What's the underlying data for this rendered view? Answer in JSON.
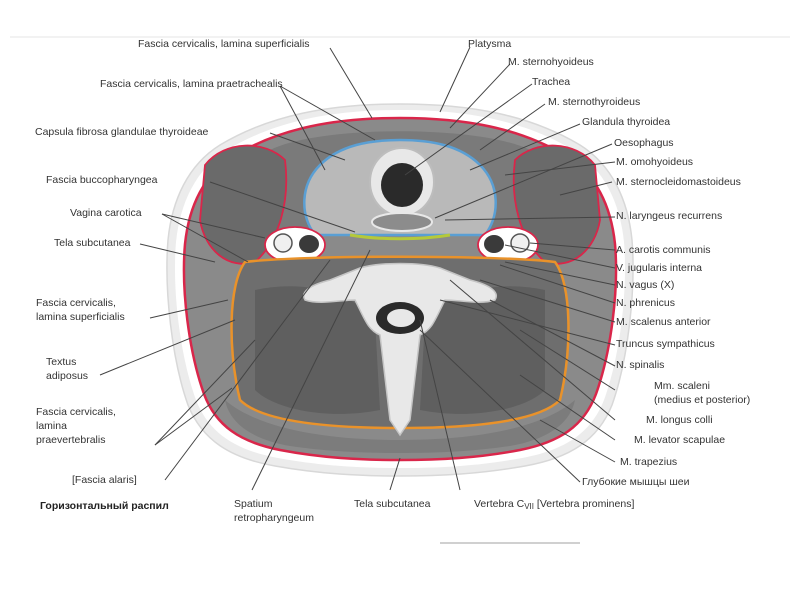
{
  "labels": {
    "fascia_superficialis_top": "Fascia cervicalis, lamina superficialis",
    "platysma": "Platysma",
    "sternohyoideus": "M. sternohyoideus",
    "praetrachealis": "Fascia cervicalis, lamina praetrachealis",
    "trachea": "Trachea",
    "sternothyroideus": "M. sternothyroideus",
    "capsula": "Capsula fibrosa glandulae thyroideae",
    "glandula": "Glandula thyroidea",
    "oesophagus": "Oesophagus",
    "omohyoideus": "M. omohyoideus",
    "buccopharyngea": "Fascia buccopharyngea",
    "sternocleido": "M. sternocleidomastoideus",
    "vagina_carotica": "Vagina carotica",
    "laryngeus": "N. laryngeus recurrens",
    "tela_subcutanea_left": "Tela subcutanea",
    "carotis": "A. carotis communis",
    "jugularis": "V. jugularis interna",
    "vagus": "N. vagus (X)",
    "superficialis_left_1": "Fascia cervicalis,",
    "superficialis_left_2": "lamina superficialis",
    "phrenicus": "N. phrenicus",
    "scalenus_anterior": "M. scalenus anterior",
    "textus_1": "Textus",
    "textus_2": "adiposus",
    "truncus": "Truncus sympathicus",
    "spinalis": "N. spinalis",
    "scaleni_1": "Mm. scaleni",
    "scaleni_2": "(medius et posterior)",
    "praevertebralis_1": "Fascia cervicalis,",
    "praevertebralis_2": "lamina",
    "praevertebralis_3": "praevertebralis",
    "longus": "M. longus colli",
    "levator": "M. levator scapulae",
    "trapezius": "M. trapezius",
    "alaris": "[Fascia alaris]",
    "glubokie": "Глубокие мышцы шеи",
    "raspil": "Горизонтальный распил",
    "spatium_1": "Spatium",
    "spatium_2": "retropharyngeum",
    "tela_subcutanea_bottom": "Tela subcutanea",
    "vertebra_pre": "Vertebra C",
    "vertebra_sub": "VII",
    "vertebra_post": " [Vertebra prominens]"
  },
  "colors": {
    "skin_outer": "#e3e3e3",
    "subcutaneous": "#ffffff",
    "superficial_fascia": "#d9264a",
    "thyroid_capsule": "#5a9fd4",
    "praevertebral_fascia": "#e9922a",
    "buccopharyngeal_fascia": "#b5c93a",
    "muscle": "#737373",
    "muscle_dark": "#5e5e5e",
    "bone": "#e8e8e8",
    "leader_line": "#444444"
  }
}
